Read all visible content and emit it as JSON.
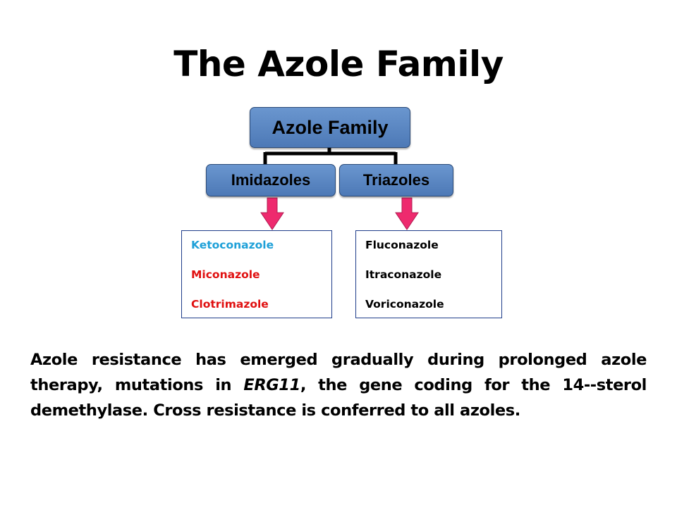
{
  "title": "The Azole Family",
  "diagram": {
    "root_label": "Azole Family",
    "children": [
      {
        "label": "Imidazoles",
        "drugs": [
          {
            "name": "Ketoconazole",
            "color": "#1ea0d8"
          },
          {
            "name": "Miconazole",
            "color": "#e01010"
          },
          {
            "name": "Clotrimazole",
            "color": "#e01010"
          }
        ]
      },
      {
        "label": "Triazoles",
        "drugs": [
          {
            "name": "Fluconazole",
            "color": "#000000"
          },
          {
            "name": "Itraconazole",
            "color": "#000000"
          },
          {
            "name": "Voriconazole",
            "color": "#000000"
          }
        ]
      }
    ],
    "node_color": "#5a86c3",
    "arrow_color": "#ee2a6e"
  },
  "body": {
    "part1": "Azole resistance has emerged gradually during prolonged azole therapy, mutations in ",
    "gene": "ERG11",
    "part2": ", the gene coding for the 14--sterol demethylase. Cross resistance is conferred to all azoles."
  }
}
